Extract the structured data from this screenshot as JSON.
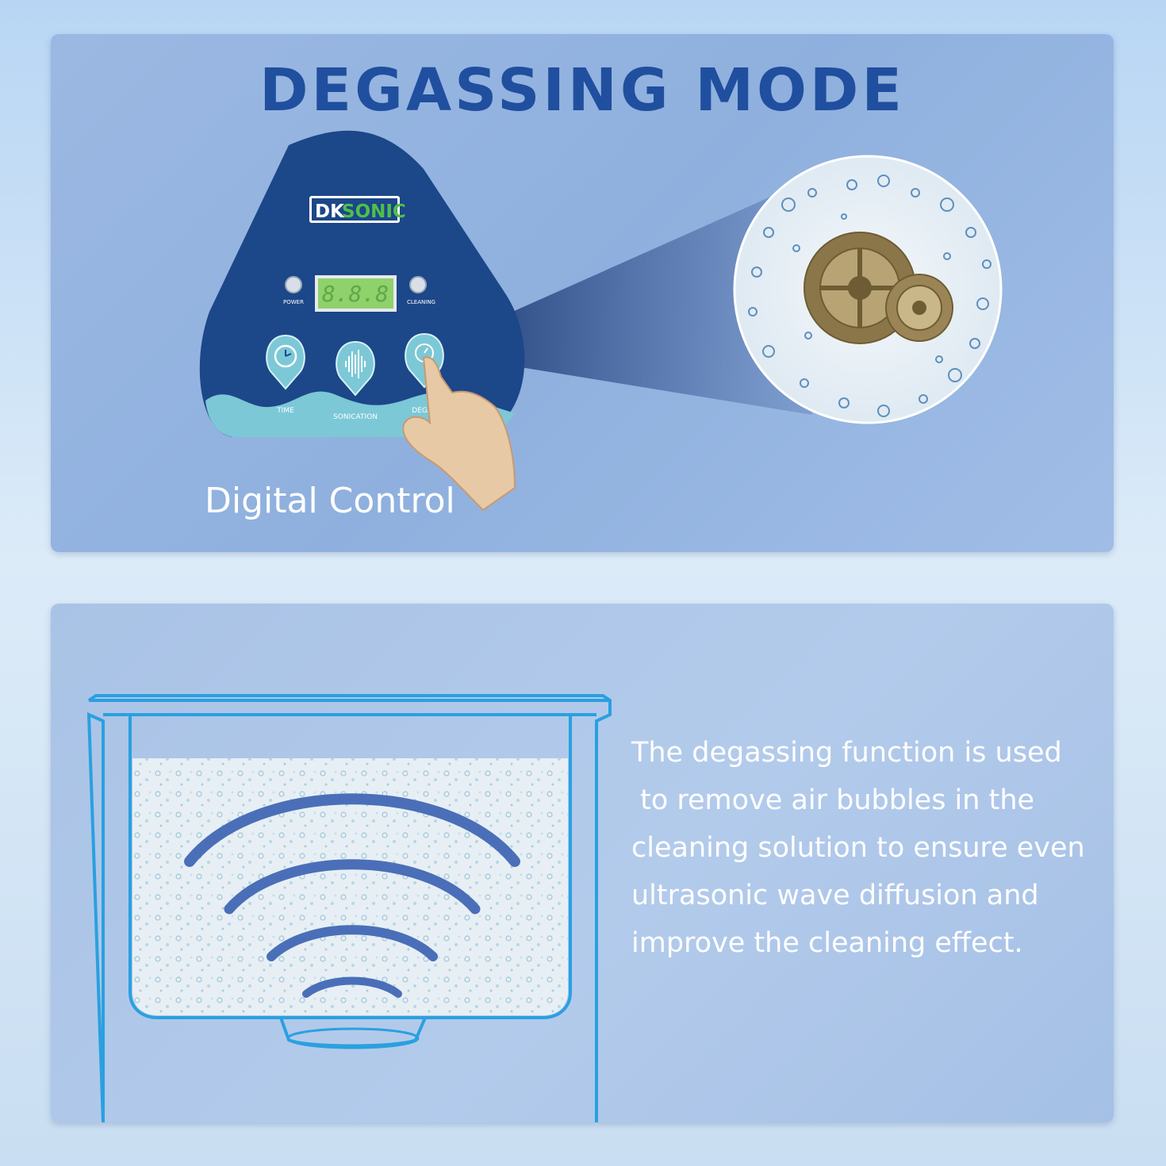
{
  "header": {
    "title": "DEGASSING MODE"
  },
  "control_panel": {
    "brand": {
      "part1": "DK",
      "part2": "SONIC"
    },
    "display_value": "8.8.8",
    "indicators": {
      "power_label": "POWER",
      "cleaning_label": "CLEANING"
    },
    "buttons": [
      {
        "label": "TIME",
        "icon": "clock-icon"
      },
      {
        "label": "SONICATION",
        "icon": "soundwave-icon"
      },
      {
        "label": "DEGAS",
        "icon": "degas-icon"
      }
    ],
    "caption": "Digital Control"
  },
  "zoom_view": {
    "icon": "gears-in-bubbles-image"
  },
  "tank_view": {
    "icon": "ultrasonic-wave-icon"
  },
  "description": {
    "lines": [
      "The degassing function is used",
      " to remove air bubbles in the",
      "cleaning solution to ensure even",
      "ultrasonic wave diffusion and",
      "improve the cleaning effect."
    ]
  },
  "colors": {
    "panel_navy": "#1c4789",
    "title_blue": "#1f4f9e",
    "water_teal": "#7cc8d6",
    "tank_outline": "#2aa0e0",
    "lcd_green": "#8fd16a"
  }
}
